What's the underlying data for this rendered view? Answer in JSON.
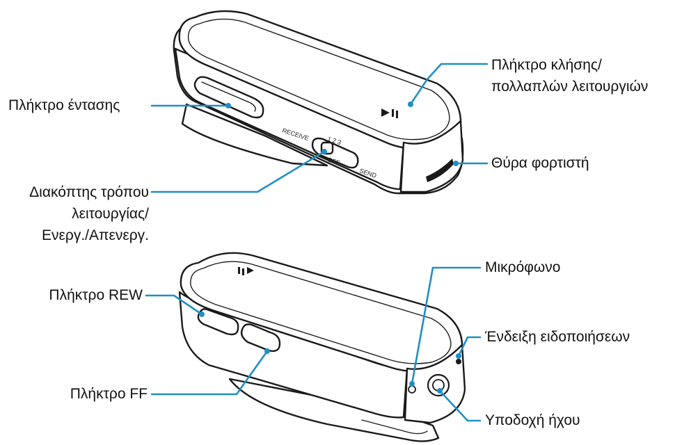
{
  "labels": {
    "volume_key": "Πλήκτρο έντασης",
    "call_key_line1": "Πλήκτρο κλήσης/",
    "call_key_line2": "πολλαπλών λειτουργιών",
    "charger_port": "Θύρα φορτιστή",
    "mode_switch_line1": "Διακόπτης τρόπου",
    "mode_switch_line2": "λειτουργίας/",
    "mode_switch_line3": "Ενεργ./Απενεργ.",
    "rew_key": "Πλήκτρο REW",
    "ff_key": "Πλήκτρο FF",
    "microphone": "Μικρόφωνο",
    "notification_indicator": "Ένδειξη ειδοποιήσεων",
    "audio_jack": "Υποδοχή ήχου"
  },
  "device_marks": {
    "receive": "RECEIVE",
    "send": "SEND",
    "off": "OFF",
    "positions": "1 2 3"
  },
  "colors": {
    "callout": "#1e8fc6",
    "outline": "#1a1a1a",
    "body": "#ffffff"
  }
}
